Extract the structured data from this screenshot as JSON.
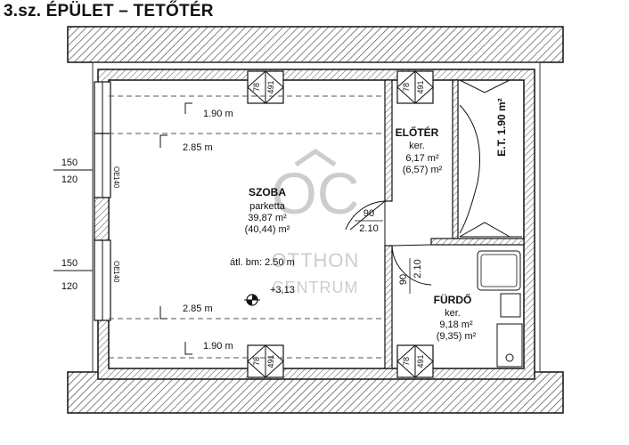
{
  "title": "3.sz. ÉPÜLET – TETŐTÉR",
  "watermark": {
    "logo": "OC",
    "line1": "OTTHON",
    "line2": "CENTRUM"
  },
  "rooms": {
    "szoba": {
      "name": "SZOBA",
      "floor": "parketta",
      "area": "39,87 m²",
      "area2": "(40,44) m²"
    },
    "eloter": {
      "name": "ELŐTÉR",
      "floor": "ker.",
      "area": "6,17 m²",
      "area2": "(6,57) m²"
    },
    "furdo": {
      "name": "FÜRDŐ",
      "floor": "ker.",
      "area": "9,18 m²",
      "area2": "(9,35) m²"
    },
    "et": {
      "label": "E.T. 1.90 m²"
    }
  },
  "heights": {
    "h190": "1.90 m",
    "h285": "2.85 m",
    "avg": "átl. bm: 2.50 m",
    "level": "+3,13"
  },
  "windows": {
    "top": "150",
    "bottom": "120",
    "sill": "OE",
    "sill2": "140"
  },
  "doors": {
    "w": "90",
    "h": "2.10"
  },
  "skylight": {
    "a": "78",
    "b": "491"
  }
}
